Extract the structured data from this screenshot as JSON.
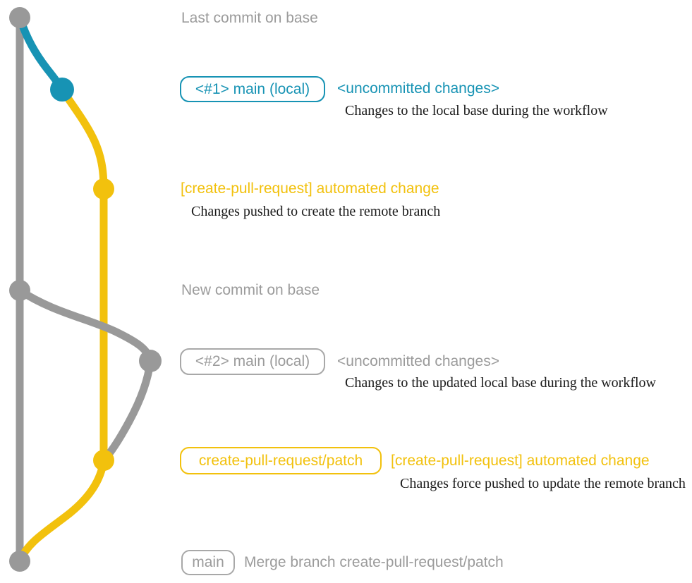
{
  "diagram": {
    "title": "create-pull-request workflow git graph",
    "colors": {
      "base_gray": "#999999",
      "label_gray": "#9b9b9b",
      "branch_blue": "#1793b4",
      "branch_yellow": "#f2c10d",
      "note_black": "#1a1a1a"
    },
    "sections": {
      "last_commit": {
        "title": "Last commit on base"
      },
      "branch1": {
        "badge": "<#1> main (local)",
        "status": "<uncommitted changes>",
        "note": "Changes to the local base during the workflow"
      },
      "push1": {
        "title": "[create-pull-request] automated change",
        "note": "Changes pushed to create the remote branch"
      },
      "new_commit": {
        "title": "New commit on base"
      },
      "branch2": {
        "badge": "<#2> main (local)",
        "status": "<uncommitted changes>",
        "note": "Changes to the updated local base during the workflow"
      },
      "push2": {
        "badge": "create-pull-request/patch",
        "title": "[create-pull-request] automated change",
        "note": "Changes force pushed to update the remote branch"
      },
      "merge": {
        "badge": "main",
        "title": "Merge branch create-pull-request/patch"
      }
    },
    "graph": {
      "commits": [
        {
          "name": "base-commit-1",
          "color": "gray"
        },
        {
          "name": "local-main-1",
          "color": "blue"
        },
        {
          "name": "patch-branch-commit-1",
          "color": "yellow"
        },
        {
          "name": "base-commit-2",
          "color": "gray"
        },
        {
          "name": "local-main-2",
          "color": "gray"
        },
        {
          "name": "patch-branch-commit-2",
          "color": "yellow"
        },
        {
          "name": "merge-commit",
          "color": "gray"
        }
      ]
    }
  }
}
